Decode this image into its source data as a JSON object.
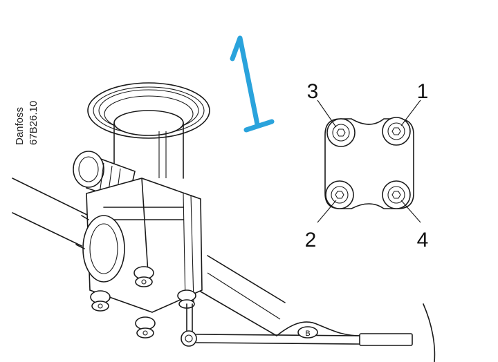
{
  "brand": {
    "name": "Danfoss",
    "code": "67B26.10"
  },
  "annotation": {
    "handwritten_mark": "1"
  },
  "bolt_labels": {
    "top_left": "3",
    "top_right": "1",
    "bottom_left": "2",
    "bottom_right": "4"
  },
  "wrench_label": "B",
  "colors": {
    "line": "#1a1a1a",
    "annotation": "#2aa3dc",
    "background": "#ffffff"
  },
  "icons": {
    "bolt": "hex-socket-bolt-icon",
    "wrench": "wrench-icon"
  }
}
